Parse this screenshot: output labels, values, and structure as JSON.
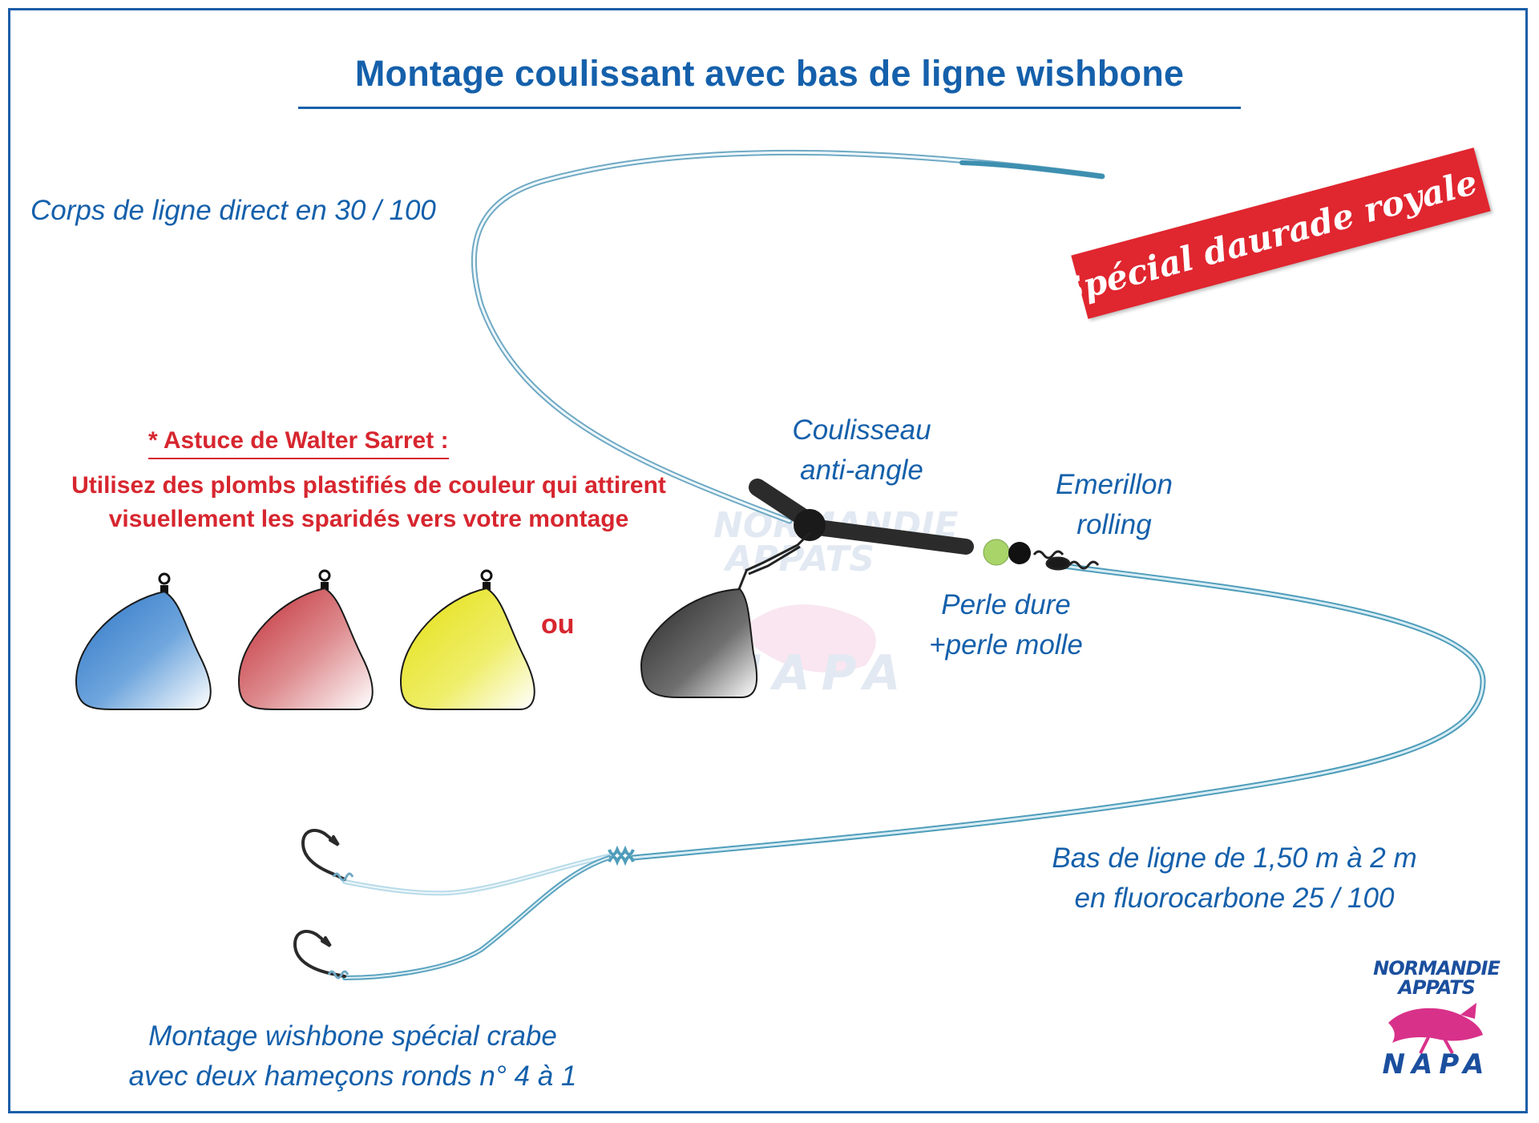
{
  "title": "Montage coulissant avec bas de ligne wishbone",
  "banner": "Spécial daurade royale !",
  "labels": {
    "main_line": "Corps de ligne direct en 30 / 100",
    "slider": [
      "Coulisseau",
      "anti-angle"
    ],
    "swivel": [
      "Emerillon",
      "rolling"
    ],
    "beads": [
      "Perle dure",
      "+perle molle"
    ],
    "leader": [
      "Bas de ligne de 1,50 m à 2 m",
      "en fluorocarbone 25 / 100"
    ],
    "wishbone": [
      "Montage wishbone spécial crabe",
      "avec deux hameçons ronds n° 4 à 1"
    ]
  },
  "tip": {
    "title": "* Astuce de Walter Sarret :",
    "body": [
      "Utilisez des plombs plastifiés de couleur qui attirent",
      "visuellement les sparidés vers votre montage"
    ]
  },
  "or_text": "ou",
  "weights": [
    {
      "name": "blue",
      "color": "#2f78c8"
    },
    {
      "name": "red",
      "color": "#c8343c"
    },
    {
      "name": "yellow",
      "color": "#e6e21c"
    },
    {
      "name": "black",
      "color": "#2a2a2a"
    }
  ],
  "logo": {
    "line1": "NORMANDIE",
    "line2": "APPATS",
    "line3": "NAPA"
  },
  "colors": {
    "accent_blue": "#1560ab",
    "accent_red": "#d7262f",
    "line": "#8fc3d8",
    "line_dark": "#4a97b3"
  }
}
